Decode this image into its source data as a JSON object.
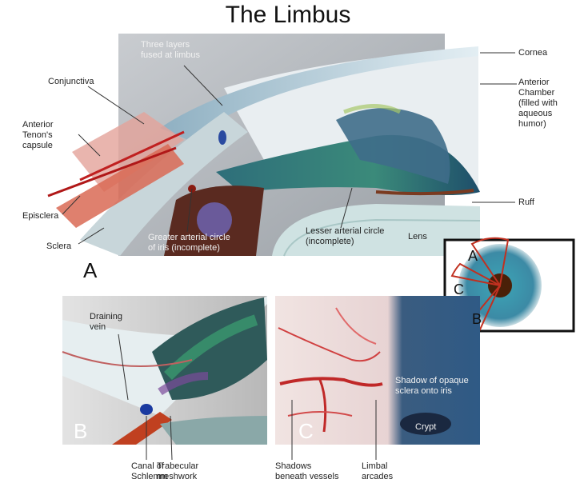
{
  "title": "The Limbus",
  "panel_a": {
    "letter": "A",
    "labels": {
      "three_layers": "Three layers\nfused at limbus",
      "conjunctiva": "Conjunctiva",
      "tenons": "Anterior\nTenon's\ncapsule",
      "episclera": "Episclera",
      "sclera": "Sclera",
      "greater_circle": "Greater arterial circle\nof iris (incomplete)",
      "lesser_circle": "Lesser arterial circle\n(incomplete)",
      "lens": "Lens",
      "cornea": "Cornea",
      "anterior_chamber": "Anterior\nChamber\n(filled with\naqueous\nhumor)",
      "ruff": "Ruff"
    }
  },
  "inset": {
    "letters": [
      "A",
      "C",
      "B"
    ]
  },
  "panel_b": {
    "letter": "B",
    "labels": {
      "draining_vein": "Draining\nvein",
      "canal": "Canal of\nSchlemm",
      "trabecular": "Trabecular\nmeshwork"
    }
  },
  "panel_c": {
    "letter": "C",
    "labels": {
      "shadow_sclera": "Shadow of opaque\nsclera onto iris",
      "crypt": "Crypt",
      "shadows_vessels": "Shadows\nbeneath vessels",
      "limbal_arcades": "Limbal\narcades"
    }
  }
}
